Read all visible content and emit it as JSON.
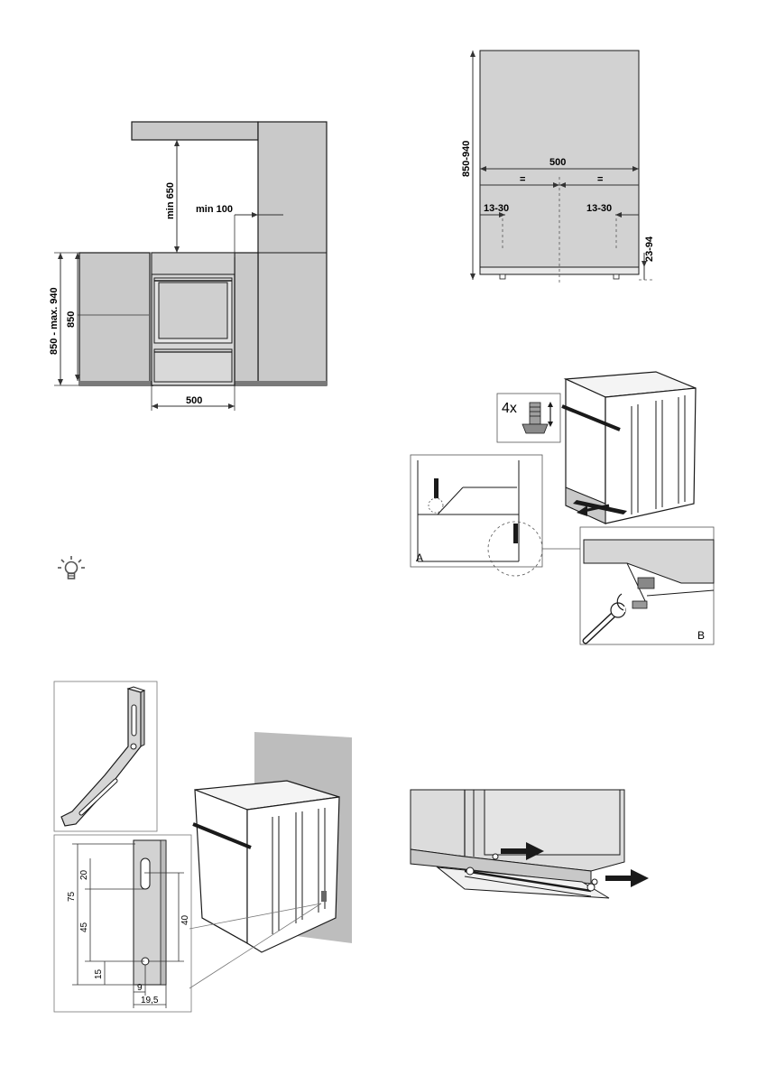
{
  "fig1": {
    "min650": "min 650",
    "min100": "min 100",
    "h850max940": "850 - max. 940",
    "h850": "850",
    "w500": "500"
  },
  "fig2": {
    "h850940": "850-940",
    "w500": "500",
    "eqLeft": "=",
    "eqRight": "=",
    "offLeft": "13-30",
    "offRight": "13-30",
    "foot": "23-94"
  },
  "fig3": {
    "qty": "4x",
    "labelA": "A",
    "labelB": "B"
  },
  "fig4": {
    "d75": "75",
    "d20": "20",
    "d45": "45",
    "d15": "15",
    "d40": "40",
    "d9": "9",
    "d19_5": "19,5"
  },
  "colors": {
    "cabinet": "#c9c9c9",
    "line": "#1a1a1a",
    "dim": "#333333",
    "wall": "#bdbdbd"
  }
}
